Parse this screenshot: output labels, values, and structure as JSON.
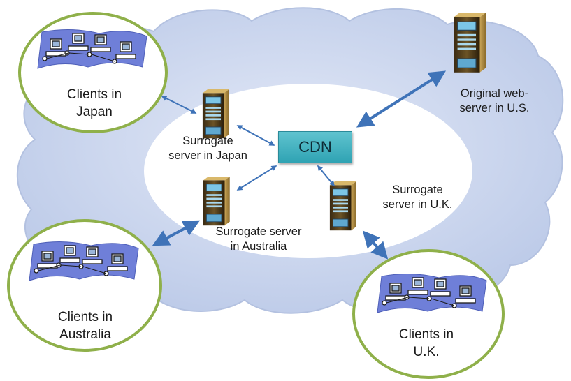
{
  "cdn": {
    "label": "CDN"
  },
  "origin_server": {
    "line1": "Original web-",
    "line2": "server in U.S."
  },
  "surrogates": {
    "japan": {
      "line1": "Surrogate",
      "line2": "server in Japan"
    },
    "australia": {
      "line1": "Surrogate server",
      "line2": "in Australia"
    },
    "uk": {
      "line1": "Surrogate",
      "line2": "server in U.K."
    }
  },
  "client_groups": {
    "japan": {
      "line1": "Clients in",
      "line2": "Japan"
    },
    "australia": {
      "line1": "Clients in",
      "line2": "Australia"
    },
    "uk": {
      "line1": "Clients in",
      "line2": "U.K."
    }
  },
  "colors": {
    "cloud_fill": "#c9d4ec",
    "cloud_outline": "#b3c1e0",
    "inner_ellipse": "#ffffff",
    "client_circle_border": "#8fb04a",
    "arrow": "#3f73b8",
    "cdn_box": "#3bb0bf",
    "client_banner": "#6f7fd8"
  },
  "icons": {
    "server": "server-tower-icon",
    "client": "computer-workstation-icon"
  }
}
